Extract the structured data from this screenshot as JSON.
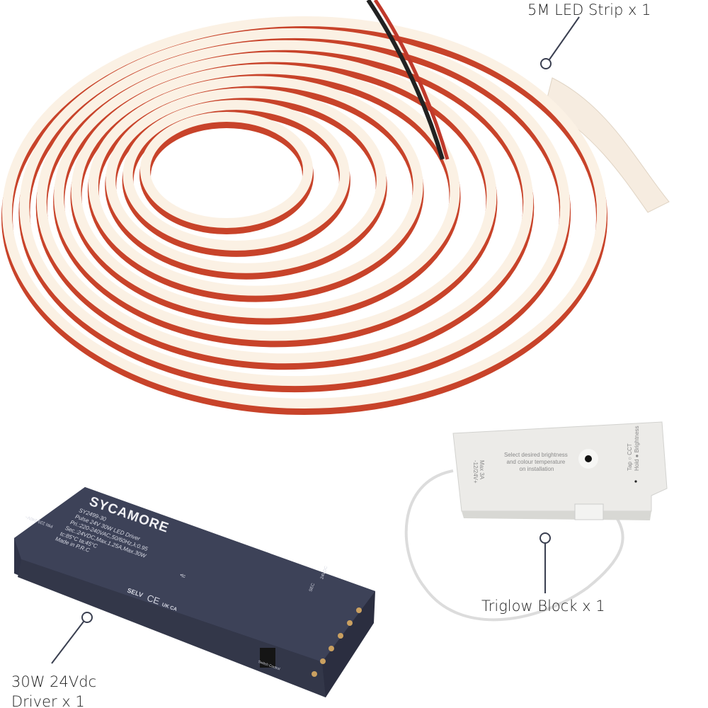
{
  "labels": {
    "strip": "5M LED Strip x 1",
    "triglow": "Triglow Block x 1",
    "driver_line1": "30W 24Vdc",
    "driver_line2": "Driver x 1"
  },
  "driver_print": {
    "brand": "SYCAMORE",
    "model": "SY2499-30",
    "desc": "Pulse 24V 30W LED Driver",
    "pri": "Pri.:220-240VAC,50/60Hz,λ:0.95",
    "sec": "Sec.:24VDC,Max.1.25A,Max.30W",
    "temps": "tc:85°C ta:45°C",
    "origin": "Made in P.R.C",
    "selv": "SELV",
    "ce": "CE",
    "ukca": "UK CA",
    "tc_mark": "•tc",
    "input": "PRI 220-240V~",
    "sec_label": "SEC",
    "vdc": "24VDC",
    "switch": "Switch Control"
  },
  "block_print": {
    "instructions": [
      "Select desired brightness",
      "and colour temperature",
      "on installation"
    ],
    "rating": [
      "Max 3A",
      "-12/24V+"
    ],
    "controls": [
      "Tap ○ CCT",
      "Hold ● Brightness"
    ]
  },
  "colors": {
    "strip_face": "#fbf1e4",
    "strip_edge": "#c8432a",
    "driver_body": "#3b3f55",
    "block_body": "#ececea",
    "leader": "#3a3f50"
  }
}
